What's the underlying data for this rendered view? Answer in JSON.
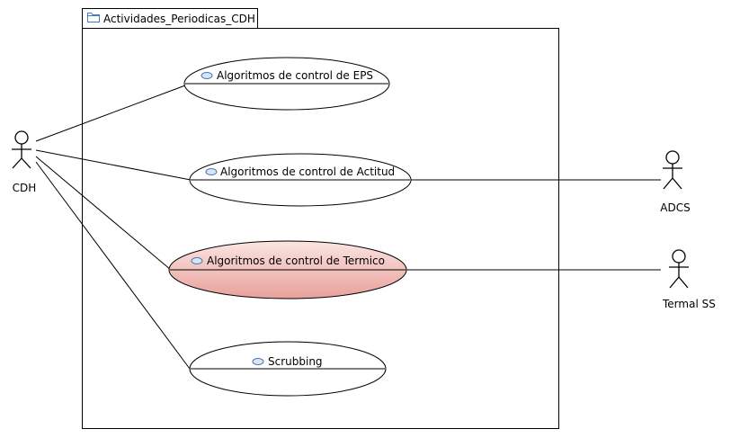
{
  "package": {
    "name": "Actividades_Periodicas_CDH"
  },
  "actors": [
    {
      "id": "cdh",
      "name": "CDH"
    },
    {
      "id": "adcs",
      "name": "ADCS"
    },
    {
      "id": "termal",
      "name": "Termal SS"
    }
  ],
  "use_cases": [
    {
      "id": "uc1",
      "name": "Algoritmos de control de EPS",
      "selected": false
    },
    {
      "id": "uc2",
      "name": "Algoritmos de control de Actitud",
      "selected": false
    },
    {
      "id": "uc3",
      "name": "Algoritmos de control de Termico",
      "selected": true
    },
    {
      "id": "uc4",
      "name": "Scrubbing",
      "selected": false
    }
  ],
  "colors": {
    "line": "#000000",
    "selected_fill_top": "#fbe5e2",
    "selected_fill_bottom": "#e8a09a",
    "usecase_icon_fill": "#d6e6f7",
    "usecase_icon_stroke": "#4a78b0",
    "folder_icon_fill": "#ffffff",
    "folder_icon_stroke": "#4a78b0"
  }
}
